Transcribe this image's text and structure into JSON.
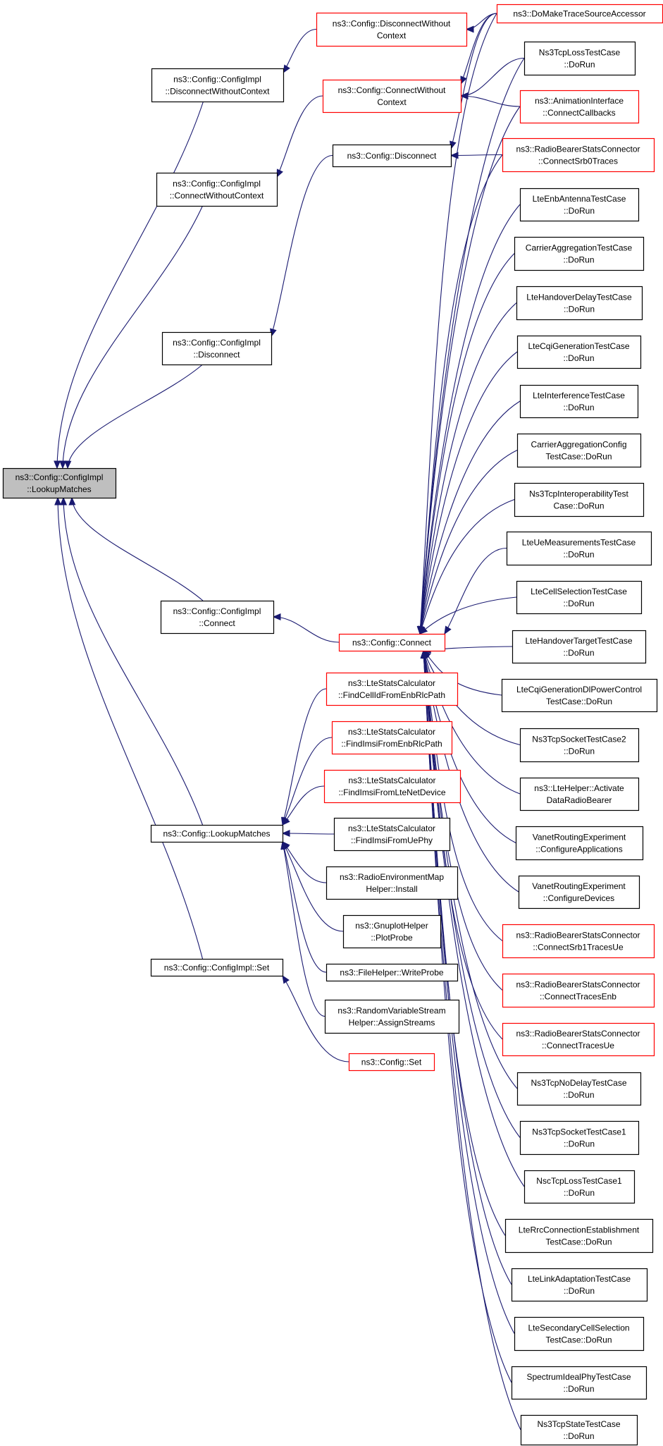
{
  "diagram": {
    "root": "lookupmatches-impl",
    "nodes": [
      {
        "id": "lookupmatches-impl",
        "lines": [
          "ns3::Config::ConfigImpl",
          "::LookupMatches"
        ],
        "style": "root"
      },
      {
        "id": "disconnect-without-context-impl",
        "lines": [
          "ns3::Config::ConfigImpl",
          "::DisconnectWithoutContext"
        ],
        "style": "plain"
      },
      {
        "id": "connect-without-context-impl",
        "lines": [
          "ns3::Config::ConfigImpl",
          "::ConnectWithoutContext"
        ],
        "style": "plain"
      },
      {
        "id": "disconnect-impl",
        "lines": [
          "ns3::Config::ConfigImpl",
          "::Disconnect"
        ],
        "style": "plain"
      },
      {
        "id": "connect-impl",
        "lines": [
          "ns3::Config::ConfigImpl",
          "::Connect"
        ],
        "style": "plain"
      },
      {
        "id": "config-lookupmatches",
        "lines": [
          "ns3::Config::LookupMatches"
        ],
        "style": "plain"
      },
      {
        "id": "set-impl",
        "lines": [
          "ns3::Config::ConfigImpl::Set"
        ],
        "style": "plain"
      },
      {
        "id": "config-disconnect-without-context",
        "lines": [
          "ns3::Config::DisconnectWithout",
          "Context"
        ],
        "style": "link"
      },
      {
        "id": "config-connect-without-context",
        "lines": [
          "ns3::Config::ConnectWithout",
          "Context"
        ],
        "style": "link"
      },
      {
        "id": "config-disconnect",
        "lines": [
          "ns3::Config::Disconnect"
        ],
        "style": "plain"
      },
      {
        "id": "config-connect",
        "lines": [
          "ns3::Config::Connect"
        ],
        "style": "link"
      },
      {
        "id": "find-cellid-enb-rlc",
        "lines": [
          "ns3::LteStatsCalculator",
          "::FindCellIdFromEnbRlcPath"
        ],
        "style": "link"
      },
      {
        "id": "find-imsi-enb-rlc",
        "lines": [
          "ns3::LteStatsCalculator",
          "::FindImsiFromEnbRlcPath"
        ],
        "style": "link"
      },
      {
        "id": "find-imsi-lte-net-device",
        "lines": [
          "ns3::LteStatsCalculator",
          "::FindImsiFromLteNetDevice"
        ],
        "style": "link"
      },
      {
        "id": "find-imsi-ue-phy",
        "lines": [
          "ns3::LteStatsCalculator",
          "::FindImsiFromUePhy"
        ],
        "style": "plain"
      },
      {
        "id": "radio-env-map-install",
        "lines": [
          "ns3::RadioEnvironmentMap",
          "Helper::Install"
        ],
        "style": "plain"
      },
      {
        "id": "gnuplot-plotprobe",
        "lines": [
          "ns3::GnuplotHelper",
          "::PlotProbe"
        ],
        "style": "plain"
      },
      {
        "id": "filehelper-writeprobe",
        "lines": [
          "ns3::FileHelper::WriteProbe"
        ],
        "style": "plain"
      },
      {
        "id": "random-variable-assign",
        "lines": [
          "ns3::RandomVariableStream",
          "Helper::AssignStreams"
        ],
        "style": "plain"
      },
      {
        "id": "config-set",
        "lines": [
          "ns3::Config::Set"
        ],
        "style": "link"
      },
      {
        "id": "do-make-trace-source-accessor",
        "lines": [
          "ns3::DoMakeTraceSourceAccessor"
        ],
        "style": "link"
      },
      {
        "id": "ns3-tcp-loss-test",
        "lines": [
          "Ns3TcpLossTestCase",
          "::DoRun"
        ],
        "style": "plain"
      },
      {
        "id": "animation-connect-callbacks",
        "lines": [
          "ns3::AnimationInterface",
          "::ConnectCallbacks"
        ],
        "style": "link"
      },
      {
        "id": "radio-bearer-srb0",
        "lines": [
          "ns3::RadioBearerStatsConnector",
          "::ConnectSrb0Traces"
        ],
        "style": "link"
      },
      {
        "id": "lte-enb-antenna",
        "lines": [
          "LteEnbAntennaTestCase",
          "::DoRun"
        ],
        "style": "plain"
      },
      {
        "id": "carrier-aggregation",
        "lines": [
          "CarrierAggregationTestCase",
          "::DoRun"
        ],
        "style": "plain"
      },
      {
        "id": "lte-handover-delay",
        "lines": [
          "LteHandoverDelayTestCase",
          "::DoRun"
        ],
        "style": "plain"
      },
      {
        "id": "lte-cqi-generation",
        "lines": [
          "LteCqiGenerationTestCase",
          "::DoRun"
        ],
        "style": "plain"
      },
      {
        "id": "lte-interference",
        "lines": [
          "LteInterferenceTestCase",
          "::DoRun"
        ],
        "style": "plain"
      },
      {
        "id": "carrier-aggregation-config",
        "lines": [
          "CarrierAggregationConfig",
          "TestCase::DoRun"
        ],
        "style": "plain"
      },
      {
        "id": "ns3-tcp-interoperability",
        "lines": [
          "Ns3TcpInteroperabilityTest",
          "Case::DoRun"
        ],
        "style": "plain"
      },
      {
        "id": "lte-ue-measurements",
        "lines": [
          "LteUeMeasurementsTestCase",
          "::DoRun"
        ],
        "style": "plain"
      },
      {
        "id": "lte-cell-selection",
        "lines": [
          "LteCellSelectionTestCase",
          "::DoRun"
        ],
        "style": "plain"
      },
      {
        "id": "lte-handover-target",
        "lines": [
          "LteHandoverTargetTestCase",
          "::DoRun"
        ],
        "style": "plain"
      },
      {
        "id": "lte-cqi-dl-power",
        "lines": [
          "LteCqiGenerationDlPowerControl",
          "TestCase::DoRun"
        ],
        "style": "plain"
      },
      {
        "id": "ns3-tcp-socket2",
        "lines": [
          "Ns3TcpSocketTestCase2",
          "::DoRun"
        ],
        "style": "plain"
      },
      {
        "id": "ltehelper-activate",
        "lines": [
          "ns3::LteHelper::Activate",
          "DataRadioBearer"
        ],
        "style": "plain"
      },
      {
        "id": "vanet-apps",
        "lines": [
          "VanetRoutingExperiment",
          "::ConfigureApplications"
        ],
        "style": "plain"
      },
      {
        "id": "vanet-devices",
        "lines": [
          "VanetRoutingExperiment",
          "::ConfigureDevices"
        ],
        "style": "plain"
      },
      {
        "id": "radio-bearer-srb1",
        "lines": [
          "ns3::RadioBearerStatsConnector",
          "::ConnectSrb1TracesUe"
        ],
        "style": "link"
      },
      {
        "id": "radio-bearer-enb",
        "lines": [
          "ns3::RadioBearerStatsConnector",
          "::ConnectTracesEnb"
        ],
        "style": "link"
      },
      {
        "id": "radio-bearer-ue",
        "lines": [
          "ns3::RadioBearerStatsConnector",
          "::ConnectTracesUe"
        ],
        "style": "link"
      },
      {
        "id": "ns3-tcp-nodelay",
        "lines": [
          "Ns3TcpNoDelayTestCase",
          "::DoRun"
        ],
        "style": "plain"
      },
      {
        "id": "ns3-tcp-socket1",
        "lines": [
          "Ns3TcpSocketTestCase1",
          "::DoRun"
        ],
        "style": "plain"
      },
      {
        "id": "nsc-tcp-loss",
        "lines": [
          "NscTcpLossTestCase1",
          "::DoRun"
        ],
        "style": "plain"
      },
      {
        "id": "lte-rrc-connection",
        "lines": [
          "LteRrcConnectionEstablishment",
          "TestCase::DoRun"
        ],
        "style": "plain"
      },
      {
        "id": "lte-link-adaptation",
        "lines": [
          "LteLinkAdaptationTestCase",
          "::DoRun"
        ],
        "style": "plain"
      },
      {
        "id": "lte-secondary-cell",
        "lines": [
          "LteSecondaryCellSelection",
          "TestCase::DoRun"
        ],
        "style": "plain"
      },
      {
        "id": "spectrum-ideal-phy",
        "lines": [
          "SpectrumIdealPhyTestCase",
          "::DoRun"
        ],
        "style": "plain"
      },
      {
        "id": "ns3-tcp-state",
        "lines": [
          "Ns3TcpStateTestCase",
          "::DoRun"
        ],
        "style": "plain"
      }
    ],
    "edges": [
      {
        "from": "disconnect-without-context-impl",
        "to": "lookupmatches-impl"
      },
      {
        "from": "connect-without-context-impl",
        "to": "lookupmatches-impl"
      },
      {
        "from": "disconnect-impl",
        "to": "lookupmatches-impl"
      },
      {
        "from": "connect-impl",
        "to": "lookupmatches-impl"
      },
      {
        "from": "config-lookupmatches",
        "to": "lookupmatches-impl"
      },
      {
        "from": "set-impl",
        "to": "lookupmatches-impl"
      },
      {
        "from": "config-disconnect-without-context",
        "to": "disconnect-without-context-impl"
      },
      {
        "from": "config-connect-without-context",
        "to": "connect-without-context-impl"
      },
      {
        "from": "config-disconnect",
        "to": "disconnect-impl"
      },
      {
        "from": "config-connect",
        "to": "connect-impl"
      },
      {
        "from": "config-set",
        "to": "set-impl"
      },
      {
        "from": "find-cellid-enb-rlc",
        "to": "config-lookupmatches"
      },
      {
        "from": "find-imsi-enb-rlc",
        "to": "config-lookupmatches"
      },
      {
        "from": "find-imsi-lte-net-device",
        "to": "config-lookupmatches"
      },
      {
        "from": "find-imsi-ue-phy",
        "to": "config-lookupmatches"
      },
      {
        "from": "radio-env-map-install",
        "to": "config-lookupmatches"
      },
      {
        "from": "gnuplot-plotprobe",
        "to": "config-lookupmatches"
      },
      {
        "from": "filehelper-writeprobe",
        "to": "config-lookupmatches"
      },
      {
        "from": "random-variable-assign",
        "to": "config-lookupmatches"
      },
      {
        "from": "do-make-trace-source-accessor",
        "to": "config-disconnect-without-context"
      },
      {
        "from": "do-make-trace-source-accessor",
        "to": "config-connect-without-context"
      },
      {
        "from": "do-make-trace-source-accessor",
        "to": "config-disconnect"
      },
      {
        "from": "do-make-trace-source-accessor",
        "to": "config-connect"
      },
      {
        "from": "ns3-tcp-loss-test",
        "to": "config-connect-without-context"
      },
      {
        "from": "ns3-tcp-loss-test",
        "to": "config-connect"
      },
      {
        "from": "animation-connect-callbacks",
        "to": "config-connect-without-context"
      },
      {
        "from": "animation-connect-callbacks",
        "to": "config-connect"
      },
      {
        "from": "radio-bearer-srb0",
        "to": "config-disconnect"
      },
      {
        "from": "radio-bearer-srb0",
        "to": "config-connect"
      },
      {
        "from": "lte-enb-antenna",
        "to": "config-connect"
      },
      {
        "from": "carrier-aggregation",
        "to": "config-connect"
      },
      {
        "from": "lte-handover-delay",
        "to": "config-connect"
      },
      {
        "from": "lte-cqi-generation",
        "to": "config-connect"
      },
      {
        "from": "lte-interference",
        "to": "config-connect"
      },
      {
        "from": "carrier-aggregation-config",
        "to": "config-connect"
      },
      {
        "from": "ns3-tcp-interoperability",
        "to": "config-connect"
      },
      {
        "from": "lte-ue-measurements",
        "to": "config-connect"
      },
      {
        "from": "lte-cell-selection",
        "to": "config-connect"
      },
      {
        "from": "lte-handover-target",
        "to": "config-connect"
      },
      {
        "from": "lte-cqi-dl-power",
        "to": "config-connect"
      },
      {
        "from": "ns3-tcp-socket2",
        "to": "config-connect"
      },
      {
        "from": "ltehelper-activate",
        "to": "config-connect"
      },
      {
        "from": "vanet-apps",
        "to": "config-connect"
      },
      {
        "from": "vanet-devices",
        "to": "config-connect"
      },
      {
        "from": "radio-bearer-srb1",
        "to": "config-connect"
      },
      {
        "from": "radio-bearer-enb",
        "to": "config-connect"
      },
      {
        "from": "radio-bearer-ue",
        "to": "config-connect"
      },
      {
        "from": "ns3-tcp-nodelay",
        "to": "config-connect"
      },
      {
        "from": "ns3-tcp-socket1",
        "to": "config-connect"
      },
      {
        "from": "nsc-tcp-loss",
        "to": "config-connect"
      },
      {
        "from": "lte-rrc-connection",
        "to": "config-connect"
      },
      {
        "from": "lte-link-adaptation",
        "to": "config-connect"
      },
      {
        "from": "lte-secondary-cell",
        "to": "config-connect"
      },
      {
        "from": "spectrum-ideal-phy",
        "to": "config-connect"
      },
      {
        "from": "ns3-tcp-state",
        "to": "config-connect"
      }
    ],
    "colors": {
      "edge": "#191970",
      "link_border": "#ff0000",
      "plain_border": "#000000",
      "root_fill": "#bfbfbf"
    }
  }
}
